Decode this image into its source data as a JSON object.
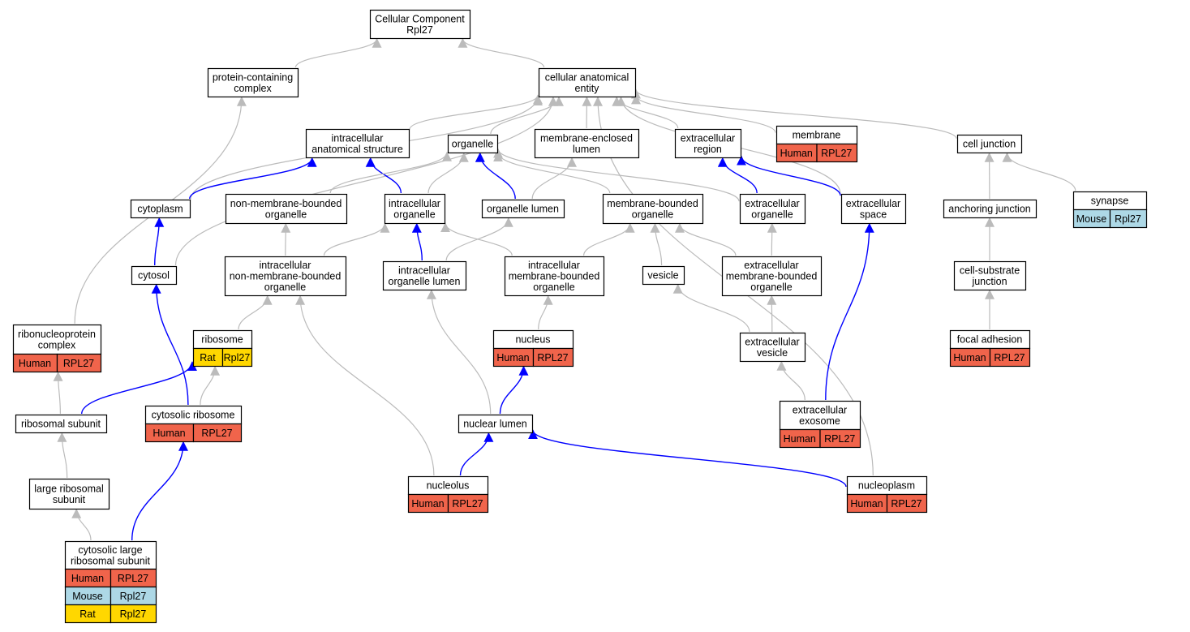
{
  "colors": {
    "human": "#f0644b",
    "mouse": "#add8e6",
    "rat": "#ffd700",
    "edge_gray": "#bbbbbb",
    "edge_blue": "#0000ff",
    "node_border": "#000000"
  },
  "nodes": [
    {
      "id": "root",
      "lines": [
        "Cellular Component",
        "Rpl27"
      ]
    },
    {
      "id": "protein_complex",
      "lines": [
        "protein-containing",
        "complex"
      ]
    },
    {
      "id": "cae",
      "lines": [
        "cellular anatomical",
        "entity"
      ]
    },
    {
      "id": "ias",
      "lines": [
        "intracellular",
        "anatomical structure"
      ]
    },
    {
      "id": "organelle",
      "lines": [
        "organelle"
      ]
    },
    {
      "id": "mel",
      "lines": [
        "membrane-enclosed",
        "lumen"
      ]
    },
    {
      "id": "er",
      "lines": [
        "extracellular",
        "region"
      ]
    },
    {
      "id": "membrane",
      "lines": [
        "membrane"
      ],
      "species": [
        [
          "Human",
          "RPL27"
        ]
      ]
    },
    {
      "id": "cell_junction",
      "lines": [
        "cell junction"
      ]
    },
    {
      "id": "cytoplasm",
      "lines": [
        "cytoplasm"
      ]
    },
    {
      "id": "nmbo",
      "lines": [
        "non-membrane-bounded",
        "organelle"
      ]
    },
    {
      "id": "io",
      "lines": [
        "intracellular",
        "organelle"
      ]
    },
    {
      "id": "ol",
      "lines": [
        "organelle lumen"
      ]
    },
    {
      "id": "mbo",
      "lines": [
        "membrane-bounded",
        "organelle"
      ]
    },
    {
      "id": "eo",
      "lines": [
        "extracellular",
        "organelle"
      ]
    },
    {
      "id": "es",
      "lines": [
        "extracellular",
        "space"
      ]
    },
    {
      "id": "aj",
      "lines": [
        "anchoring junction"
      ]
    },
    {
      "id": "synapse",
      "lines": [
        "synapse"
      ],
      "species": [
        [
          "Mouse",
          "Rpl27"
        ]
      ]
    },
    {
      "id": "cytosol",
      "lines": [
        "cytosol"
      ]
    },
    {
      "id": "inmbo",
      "lines": [
        "intracellular",
        "non-membrane-bounded",
        "organelle"
      ]
    },
    {
      "id": "iol",
      "lines": [
        "intracellular",
        "organelle lumen"
      ]
    },
    {
      "id": "imbo",
      "lines": [
        "intracellular",
        "membrane-bounded",
        "organelle"
      ]
    },
    {
      "id": "vesicle",
      "lines": [
        "vesicle"
      ]
    },
    {
      "id": "embo",
      "lines": [
        "extracellular",
        "membrane-bounded",
        "organelle"
      ]
    },
    {
      "id": "csj",
      "lines": [
        "cell-substrate",
        "junction"
      ]
    },
    {
      "id": "rnp",
      "lines": [
        "ribonucleoprotein",
        "complex"
      ],
      "species": [
        [
          "Human",
          "RPL27"
        ]
      ]
    },
    {
      "id": "ribosome",
      "lines": [
        "ribosome"
      ],
      "species": [
        [
          "Rat",
          "Rpl27"
        ]
      ]
    },
    {
      "id": "nucleus",
      "lines": [
        "nucleus"
      ],
      "species": [
        [
          "Human",
          "RPL27"
        ]
      ]
    },
    {
      "id": "ev",
      "lines": [
        "extracellular",
        "vesicle"
      ]
    },
    {
      "id": "fa",
      "lines": [
        "focal adhesion"
      ],
      "species": [
        [
          "Human",
          "RPL27"
        ]
      ]
    },
    {
      "id": "rs",
      "lines": [
        "ribosomal subunit"
      ]
    },
    {
      "id": "cr",
      "lines": [
        "cytosolic ribosome"
      ],
      "species": [
        [
          "Human",
          "RPL27"
        ]
      ]
    },
    {
      "id": "nl",
      "lines": [
        "nuclear lumen"
      ]
    },
    {
      "id": "ee",
      "lines": [
        "extracellular",
        "exosome"
      ],
      "species": [
        [
          "Human",
          "RPL27"
        ]
      ]
    },
    {
      "id": "lrs",
      "lines": [
        "large ribosomal",
        "subunit"
      ]
    },
    {
      "id": "nucleolus",
      "lines": [
        "nucleolus"
      ],
      "species": [
        [
          "Human",
          "RPL27"
        ]
      ]
    },
    {
      "id": "nucleoplasm",
      "lines": [
        "nucleoplasm"
      ],
      "species": [
        [
          "Human",
          "RPL27"
        ]
      ]
    },
    {
      "id": "clrs",
      "lines": [
        "cytosolic large",
        "ribosomal subunit"
      ],
      "species": [
        [
          "Human",
          "RPL27"
        ],
        [
          "Mouse",
          "Rpl27"
        ],
        [
          "Rat",
          "Rpl27"
        ]
      ]
    }
  ],
  "edges": [
    {
      "from": "protein_complex",
      "to": "root",
      "kind": "gray"
    },
    {
      "from": "cae",
      "to": "root",
      "kind": "gray"
    },
    {
      "from": "ias",
      "to": "cae",
      "kind": "gray"
    },
    {
      "from": "organelle",
      "to": "cae",
      "kind": "gray"
    },
    {
      "from": "mel",
      "to": "cae",
      "kind": "gray"
    },
    {
      "from": "er",
      "to": "cae",
      "kind": "gray"
    },
    {
      "from": "membrane",
      "to": "cae",
      "kind": "gray"
    },
    {
      "from": "cell_junction",
      "to": "cae",
      "kind": "gray"
    },
    {
      "from": "cytoplasm",
      "to": "cae",
      "kind": "gray"
    },
    {
      "from": "cytosol",
      "to": "cae",
      "kind": "gray"
    },
    {
      "from": "es",
      "to": "cae",
      "kind": "gray"
    },
    {
      "from": "nucleoplasm",
      "to": "cae",
      "kind": "gray"
    },
    {
      "from": "cytoplasm",
      "to": "ias",
      "kind": "blue"
    },
    {
      "from": "io",
      "to": "ias",
      "kind": "blue"
    },
    {
      "from": "nmbo",
      "to": "organelle",
      "kind": "gray"
    },
    {
      "from": "io",
      "to": "organelle",
      "kind": "gray"
    },
    {
      "from": "ol",
      "to": "organelle",
      "kind": "blue"
    },
    {
      "from": "mbo",
      "to": "organelle",
      "kind": "gray"
    },
    {
      "from": "eo",
      "to": "organelle",
      "kind": "gray"
    },
    {
      "from": "ol",
      "to": "mel",
      "kind": "gray"
    },
    {
      "from": "eo",
      "to": "er",
      "kind": "blue"
    },
    {
      "from": "es",
      "to": "er",
      "kind": "blue"
    },
    {
      "from": "aj",
      "to": "cell_junction",
      "kind": "gray"
    },
    {
      "from": "synapse",
      "to": "cell_junction",
      "kind": "gray"
    },
    {
      "from": "cytosol",
      "to": "cytoplasm",
      "kind": "blue"
    },
    {
      "from": "inmbo",
      "to": "nmbo",
      "kind": "gray"
    },
    {
      "from": "inmbo",
      "to": "io",
      "kind": "gray"
    },
    {
      "from": "iol",
      "to": "io",
      "kind": "blue"
    },
    {
      "from": "imbo",
      "to": "io",
      "kind": "gray"
    },
    {
      "from": "iol",
      "to": "ol",
      "kind": "gray"
    },
    {
      "from": "imbo",
      "to": "mbo",
      "kind": "gray"
    },
    {
      "from": "vesicle",
      "to": "mbo",
      "kind": "gray"
    },
    {
      "from": "embo",
      "to": "mbo",
      "kind": "gray"
    },
    {
      "from": "embo",
      "to": "eo",
      "kind": "gray"
    },
    {
      "from": "csj",
      "to": "aj",
      "kind": "gray"
    },
    {
      "from": "fa",
      "to": "csj",
      "kind": "gray"
    },
    {
      "from": "rnp",
      "to": "protein_complex",
      "kind": "gray"
    },
    {
      "from": "ribosome",
      "to": "inmbo",
      "kind": "gray"
    },
    {
      "from": "nucleus",
      "to": "imbo",
      "kind": "gray"
    },
    {
      "from": "ev",
      "to": "vesicle",
      "kind": "gray"
    },
    {
      "from": "ev",
      "to": "embo",
      "kind": "gray"
    },
    {
      "from": "rs",
      "to": "rnp",
      "kind": "gray"
    },
    {
      "from": "rs",
      "to": "ribosome",
      "kind": "blue"
    },
    {
      "from": "cr",
      "to": "ribosome",
      "kind": "gray"
    },
    {
      "from": "cr",
      "to": "cytosol",
      "kind": "blue"
    },
    {
      "from": "nl",
      "to": "iol",
      "kind": "gray"
    },
    {
      "from": "nl",
      "to": "nucleus",
      "kind": "blue"
    },
    {
      "from": "ee",
      "to": "ev",
      "kind": "gray"
    },
    {
      "from": "ee",
      "to": "es",
      "kind": "blue"
    },
    {
      "from": "lrs",
      "to": "rs",
      "kind": "gray"
    },
    {
      "from": "nucleolus",
      "to": "inmbo",
      "kind": "gray"
    },
    {
      "from": "nucleolus",
      "to": "nl",
      "kind": "blue"
    },
    {
      "from": "nucleoplasm",
      "to": "nl",
      "kind": "blue"
    },
    {
      "from": "clrs",
      "to": "lrs",
      "kind": "gray"
    },
    {
      "from": "clrs",
      "to": "cr",
      "kind": "blue"
    }
  ]
}
